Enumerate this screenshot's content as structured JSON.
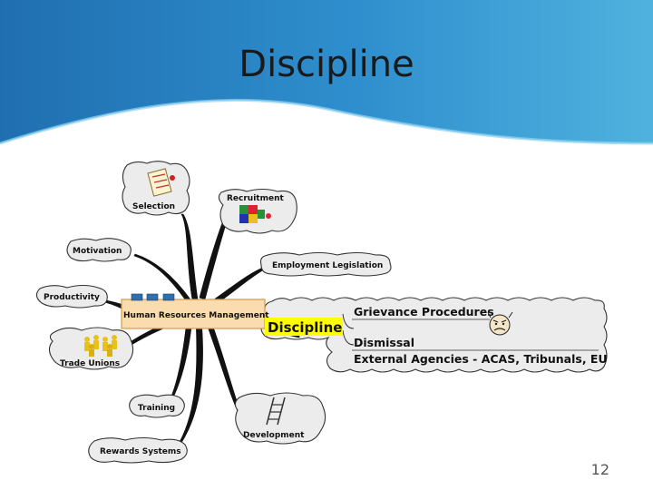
{
  "slide": {
    "title": "Discipline",
    "page_number": "12"
  },
  "mindmap": {
    "center": "Human Resources Management",
    "branches": {
      "selection": "Selection",
      "recruitment": "Recruitment",
      "employment_legislation": "Employment Legislation",
      "motivation": "Motivation",
      "productivity": "Productivity",
      "trade_unions": "Trade Unions",
      "training": "Training",
      "rewards_systems": "Rewards Systems",
      "development": "Development",
      "discipline": "Discipline"
    },
    "discipline_items": {
      "grievance": "Grievance Procedures",
      "dismissal": "Dismissal",
      "external": "External Agencies - ACAS, Tribunals, EU"
    }
  },
  "colors": {
    "header_blue": "#2f7fc1",
    "header_light": "#57b6e0",
    "center_fill": "#fbdcae",
    "discipline_highlight": "#ffff00",
    "cloud_fill": "#ececec"
  }
}
